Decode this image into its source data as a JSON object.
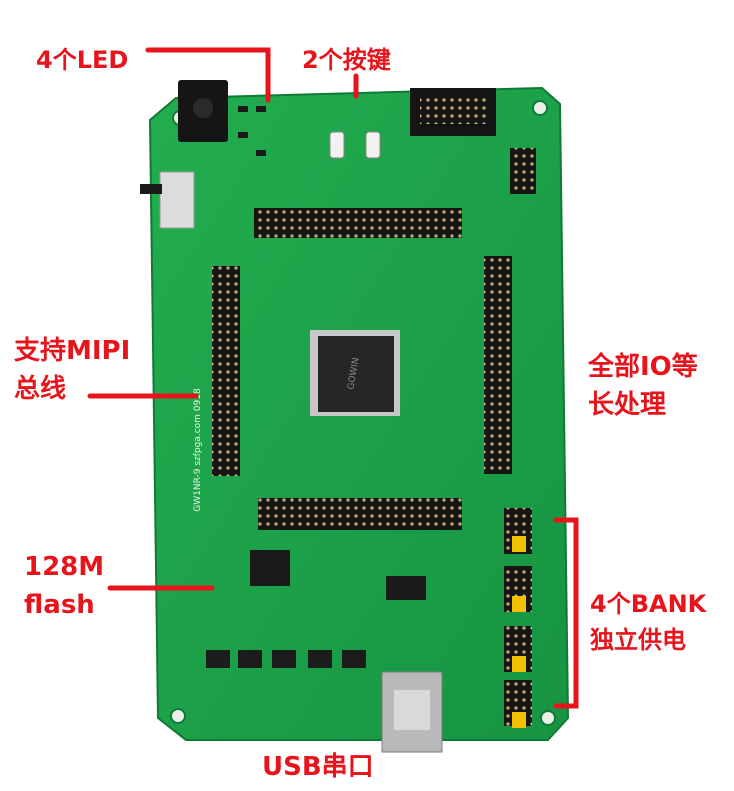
{
  "annotations": {
    "led": "4个LED",
    "keys": "2个按键",
    "mipi_line1": "支持MIPI",
    "mipi_line2": "总线",
    "io_line1": "全部IO等",
    "io_line2": "长处理",
    "flash_line1": "128M",
    "flash_line2": "flash",
    "bank_line1": "4个BANK",
    "bank_line2": "独立供电",
    "usb": "USB串口"
  },
  "board": {
    "chip_logo": "GOWIN",
    "silkscreen_side": "GW1NR-9 szfpga.com 0918"
  },
  "colors": {
    "pcb": "#1ea64a",
    "annotation": "#e8141c",
    "header": "#1b1b1b",
    "jumper": "#f2c200"
  }
}
